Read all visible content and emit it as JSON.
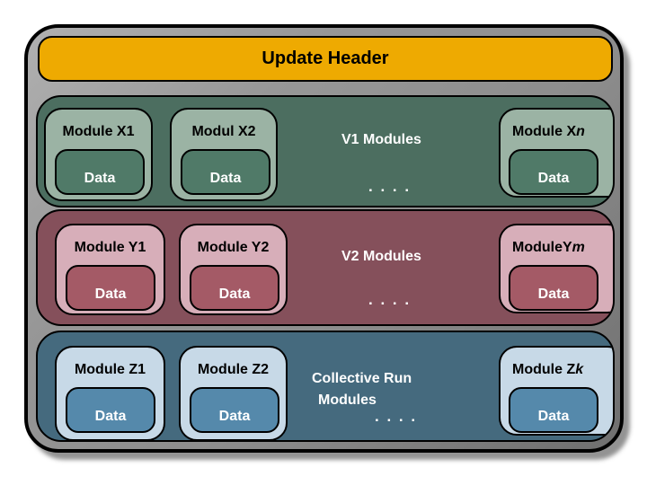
{
  "header": {
    "label": "Update Header",
    "bg_color": "#EEAA01"
  },
  "container": {
    "bg_color": "#8F8F8F",
    "border_color": "#000000"
  },
  "rows": [
    {
      "label": "V1 Modules",
      "label2": "",
      "dots": ". . . .",
      "colors": {
        "row_bg": "#4C6E60",
        "module_bg": "#9BB3A4",
        "data_bg": "#507A68"
      },
      "modules": [
        {
          "label": "Module X1",
          "data_label": "Data"
        },
        {
          "label": "Modul X2",
          "data_label": "Data"
        },
        {
          "label_prefix": "Module X",
          "label_suffix": "n",
          "data_label": "Data"
        }
      ]
    },
    {
      "label": "V2 Modules",
      "label2": "",
      "dots": ". . . .",
      "colors": {
        "row_bg": "#85505B",
        "module_bg": "#D7AEB9",
        "data_bg": "#A45A66"
      },
      "modules": [
        {
          "label": "Module Y1",
          "data_label": "Data"
        },
        {
          "label": "Module Y2",
          "data_label": "Data"
        },
        {
          "label_prefix": "ModuleY",
          "label_suffix": "m",
          "data_label": "Data"
        }
      ]
    },
    {
      "label": "Collective Run",
      "label2": "Modules",
      "dots": ". . . .",
      "colors": {
        "row_bg": "#456A7E",
        "module_bg": "#C7D9E7",
        "data_bg": "#5589AB"
      },
      "modules": [
        {
          "label": "Module Z1",
          "data_label": "Data"
        },
        {
          "label": "Module Z2",
          "data_label": "Data"
        },
        {
          "label_prefix": "Module Z",
          "label_suffix": "k",
          "data_label": "Data"
        }
      ]
    }
  ]
}
